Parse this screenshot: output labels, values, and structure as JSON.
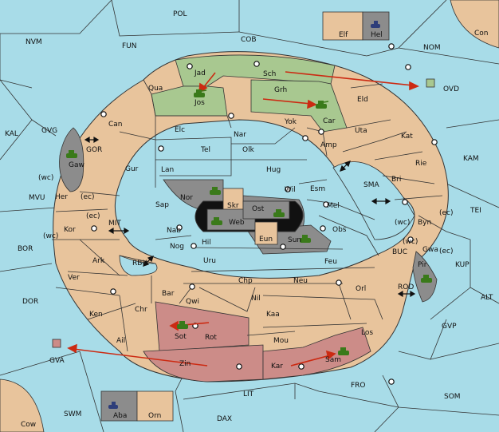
{
  "colors": {
    "sea": "#a8dce8",
    "land": "#e8c49c",
    "green_power": "#a8c890",
    "grey_power": "#8c8c8c",
    "red_power": "#cc8c88",
    "border": "#333333",
    "arrow": "#cc2a12"
  },
  "map": {
    "sea_labels": {
      "pol": "POL",
      "nvm": "NVM",
      "fun": "FUN",
      "cob": "COB",
      "nom": "NOM",
      "kal": "KAL",
      "gvg": "GVG",
      "mvu": "MVU",
      "bor": "BOR",
      "dor": "DOR",
      "kam": "KAM",
      "tei": "TEI",
      "sma": "SMA",
      "kup": "KUP",
      "alt": "ALT",
      "gvp": "GVP",
      "som": "SOM",
      "fro": "FRO",
      "lit": "LIT",
      "dax": "DAX",
      "swm": "SWM",
      "ovd": "OVD",
      "gva": "GVA",
      "mit": "MIT",
      "rbu": "RBU",
      "buc": "BUC",
      "rod": "ROD",
      "gor": "GOR"
    },
    "land_labels": {
      "jad": "Jad",
      "jos": "Jos",
      "sch": "Sch",
      "grh": "Grh",
      "car": "Car",
      "qua": "Qua",
      "can": "Can",
      "elc": "Elc",
      "nar": "Nar",
      "yok": "Yok",
      "eld": "Eld",
      "uta": "Uta",
      "kat": "Kat",
      "amp": "Amp",
      "tel": "Tel",
      "olk": "Olk",
      "gur": "Gur",
      "lan": "Lan",
      "hug": "Hug",
      "rie": "Rie",
      "bri": "Bri",
      "wil": "Wil",
      "esm": "Esm",
      "nor": "Nor",
      "skr": "Skr",
      "ost": "Ost",
      "web": "Web",
      "mel": "Mel",
      "sap": "Sap",
      "nab": "Nab",
      "eun": "Eun",
      "sun": "Sun",
      "obs": "Obs",
      "byn": "Byn",
      "gwa": "Gwa",
      "pir": "Pir",
      "her": "Her",
      "gaw": "Gaw",
      "kor": "Kor",
      "ark": "Ark",
      "hil": "Hil",
      "nog": "Nog",
      "uru": "Uru",
      "feu": "Feu",
      "ver": "Ver",
      "chp": "Chp",
      "neu": "Neu",
      "orl": "Orl",
      "bar": "Bar",
      "qwi": "Qwi",
      "nil": "Nil",
      "ken": "Ken",
      "chr": "Chr",
      "kaa": "Kaa",
      "sot": "Sot",
      "rot": "Rot",
      "los": "Los",
      "ail": "Ail",
      "mou": "Mou",
      "zin": "Zin",
      "kar": "Kar",
      "sam": "Sam",
      "elf": "Elf",
      "hel": "Hel",
      "con": "Con",
      "aba": "Aba",
      "orn": "Orn",
      "cow": "Cow"
    },
    "coast_labels": {
      "wc1": "(wc)",
      "ec1": "(ec)",
      "ec2": "(ec)",
      "wc2": "(wc)",
      "wc3": "(wc)",
      "ec3": "(ec)",
      "wc4": "(wc)",
      "ec4": "(ec)"
    }
  }
}
